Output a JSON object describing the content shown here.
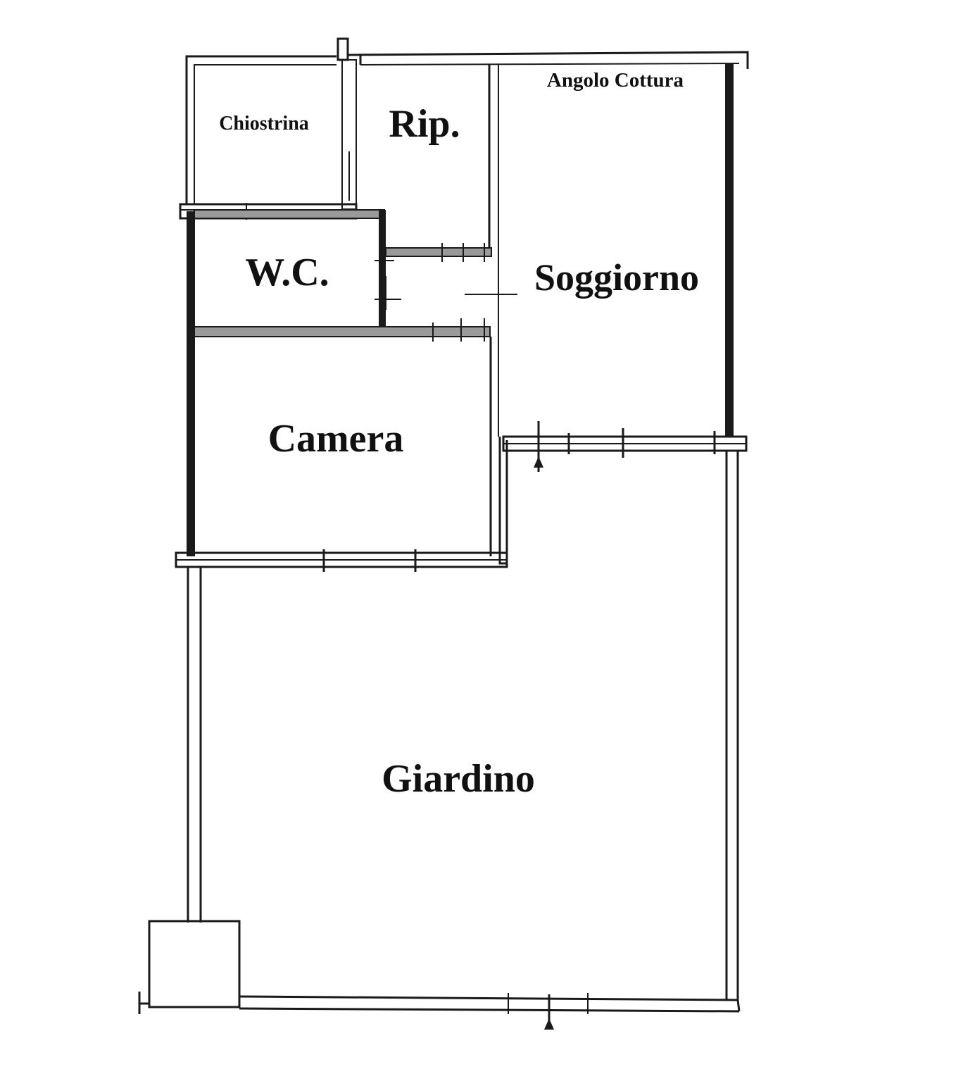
{
  "rooms": {
    "chiostrina": "Chiostrina",
    "ripostiglio": "Rip.",
    "angolo_cottura": "Angolo Cottura",
    "wc": "W.C.",
    "soggiorno": "Soggiorno",
    "camera": "Camera",
    "giardino": "Giardino"
  },
  "colors": {
    "line": "#1a1a1a",
    "background": "#ffffff"
  }
}
